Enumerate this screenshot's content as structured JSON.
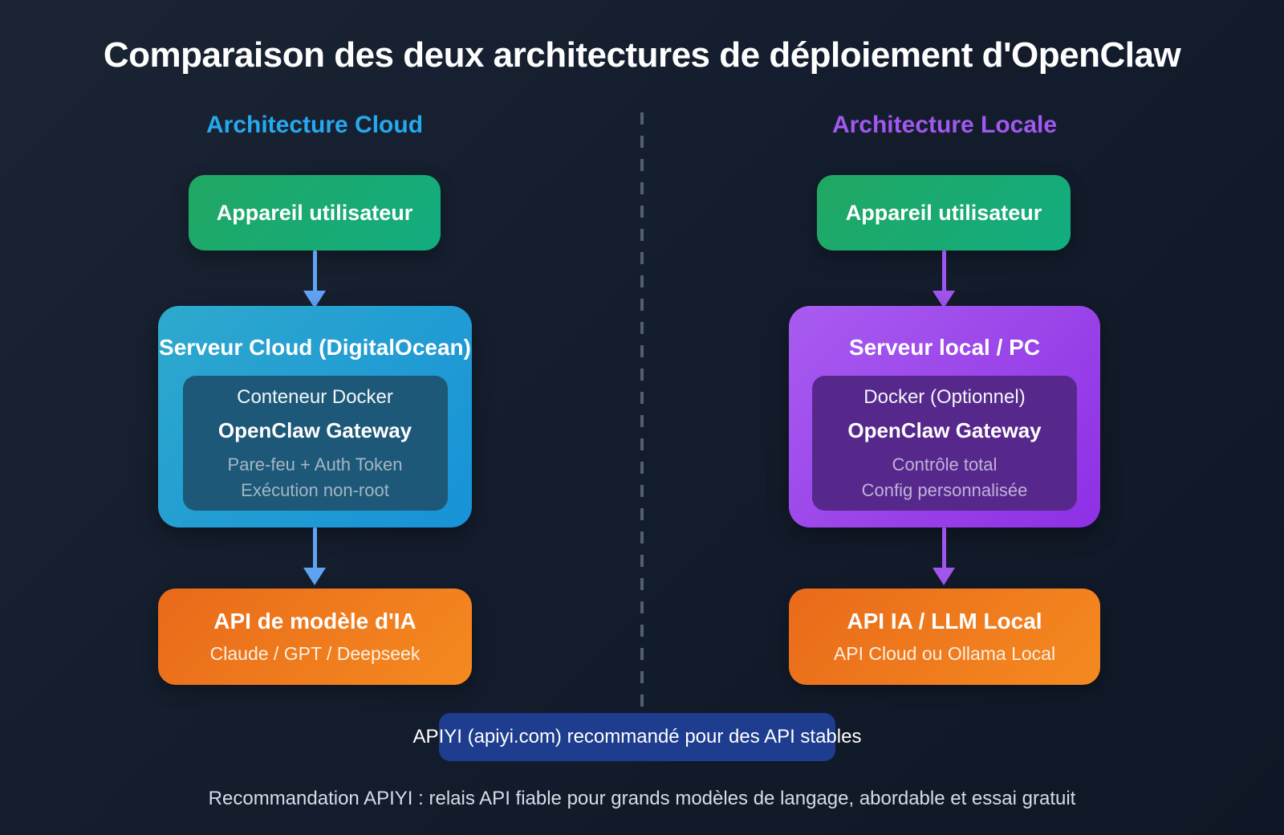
{
  "title": "Comparaison des deux architectures de déploiement d'OpenClaw",
  "columns": [
    {
      "header": "Architecture Cloud",
      "header_color": "#25a9ef",
      "arrow_color": "#61a3f3",
      "device_box": {
        "label": "Appareil utilisateur"
      },
      "server_box": {
        "title": "Serveur Cloud (DigitalOcean)",
        "inner": {
          "line1": "Conteneur Docker",
          "line2": "OpenClaw Gateway",
          "line3": "Pare-feu + Auth Token",
          "line4": "Exécution non-root"
        }
      },
      "api_box": {
        "title": "API de modèle d'IA",
        "subtitle": "Claude / GPT / Deepseek"
      }
    },
    {
      "header": "Architecture Locale",
      "header_color": "#a158f0",
      "arrow_color": "#a254ef",
      "device_box": {
        "label": "Appareil utilisateur"
      },
      "server_box": {
        "title": "Serveur local / PC",
        "inner": {
          "line1": "Docker (Optionnel)",
          "line2": "OpenClaw Gateway",
          "line3": "Contrôle total",
          "line4": "Config personnalisée"
        }
      },
      "api_box": {
        "title": "API IA / LLM Local",
        "subtitle": "API Cloud ou Ollama Local"
      }
    }
  ],
  "footer": {
    "banner": "APIYI (apiyi.com) recommandé pour des API stables",
    "note": "Recommandation APIYI : relais API fiable pour grands modèles de langage, abordable et essai gratuit"
  },
  "colors": {
    "background": "#131c2c",
    "device_green": "#17aa75",
    "cloud_blue": "#1f9ed3",
    "cloud_inner": "#1d5878",
    "local_purple": "#9b45ea",
    "local_inner": "#56288c",
    "api_orange": "#ef7a1d",
    "banner_blue": "#1e3d8f",
    "divider_gray": "#5d6b7e"
  }
}
